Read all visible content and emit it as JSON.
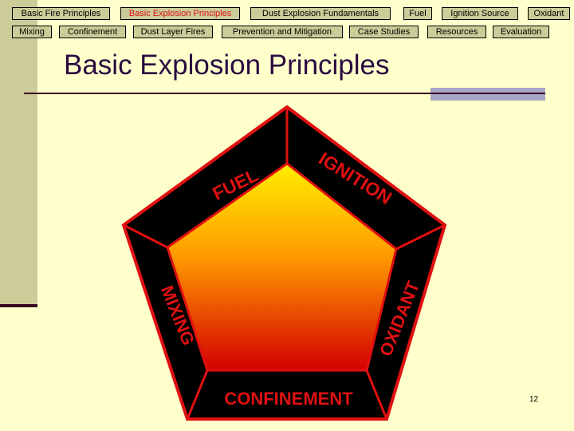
{
  "nav": {
    "row1": [
      {
        "label": "Basic Fire Principles",
        "active": false
      },
      {
        "label": "Basic Explosion Principles",
        "active": true
      },
      {
        "label": "Dust Explosion Fundamentals",
        "active": false
      },
      {
        "label": "Fuel",
        "active": false
      },
      {
        "label": "Ignition Source",
        "active": false
      },
      {
        "label": "Oxidant",
        "active": false
      }
    ],
    "row2": [
      {
        "label": "Mixing",
        "active": false
      },
      {
        "label": "Confinement",
        "active": false
      },
      {
        "label": "Dust Layer Fires",
        "active": false
      },
      {
        "label": "Prevention and Mitigation",
        "active": false
      },
      {
        "label": "Case Studies",
        "active": false
      },
      {
        "label": "Resources",
        "active": false
      },
      {
        "label": "Evaluation",
        "active": false
      }
    ]
  },
  "slide": {
    "title": "Basic Explosion Principles",
    "page_number": "12"
  },
  "pentagon": {
    "fuel": "FUEL",
    "ignition": "IGNITION",
    "oxidant": "OXIDANT",
    "confinement": "CONFINEMENT",
    "mixing": "MIXING"
  },
  "colors": {
    "background": "#FFFFCC",
    "nav_button": "#CCCC99",
    "active_label": "#E01010",
    "band": "#000000",
    "band_text": "#E01010",
    "outline": "#E01010",
    "gradient_top": "#FFEE00",
    "gradient_bottom": "#D40000"
  }
}
